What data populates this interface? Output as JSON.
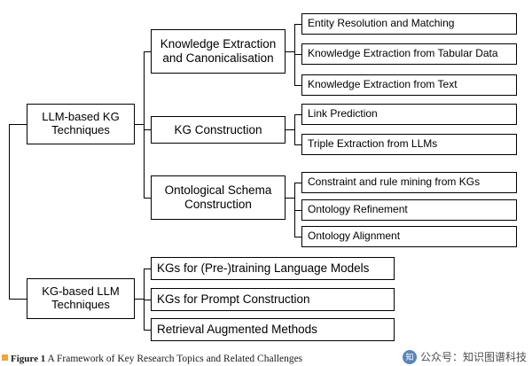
{
  "figure": {
    "caption_label": "Figure 1",
    "caption_text": "A Framework of Key Research Topics and Related Challenges"
  },
  "watermark": {
    "logo_text": "知",
    "text": "公众号：知识图谱科技"
  },
  "diagram": {
    "root_connector": true,
    "branches": [
      {
        "id": "llm-based-kg",
        "label": "LLM-based KG Techniques",
        "children": [
          {
            "id": "knowledge-extraction",
            "label": "Knowledge Extraction and Canonicalisation",
            "leaves": [
              {
                "id": "entity-resolution-and-matching",
                "label": "Entity Resolution and Matching"
              },
              {
                "id": "knowledge-extraction-from-tabular-data",
                "label": "Knowledge Extraction from Tabular Data"
              },
              {
                "id": "knowledge-extraction-from-text",
                "label": "Knowledge Extraction from Text"
              }
            ]
          },
          {
            "id": "kg-construction",
            "label": "KG Construction",
            "leaves": [
              {
                "id": "link-prediction",
                "label": "Link Prediction"
              },
              {
                "id": "triple-extraction-from-llms",
                "label": "Triple Extraction from LLMs"
              }
            ]
          },
          {
            "id": "ontological-schema-construction",
            "label": "Ontological Schema Construction",
            "leaves": [
              {
                "id": "constraint-and-rule-mining-from-kgs",
                "label": "Constraint and rule mining from KGs"
              },
              {
                "id": "ontology-refinement",
                "label": "Ontology Refinement"
              },
              {
                "id": "ontology-alignment",
                "label": "Ontology Alignment"
              }
            ]
          }
        ]
      },
      {
        "id": "kg-based-llm",
        "label": "KG-based LLM Techniques",
        "children": [
          {
            "id": "kgs-for-pretraining-language-models",
            "label": "KGs for (Pre-)training Language Models"
          },
          {
            "id": "kgs-for-prompt-construction",
            "label": "KGs for Prompt Construction"
          },
          {
            "id": "retrieval-augmented-methods",
            "label": "Retrieval Augmented Methods"
          }
        ]
      }
    ]
  }
}
